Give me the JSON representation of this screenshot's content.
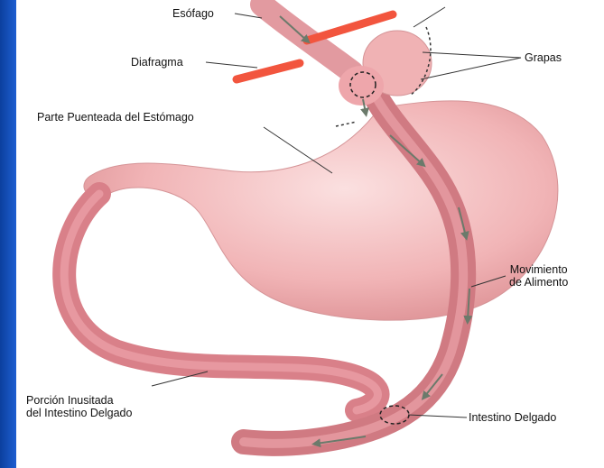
{
  "labels": {
    "esofago": "Esófago",
    "diafragma": "Diafragma",
    "grapas": "Grapas",
    "parte_puenteada": "Parte Puenteada del Estómago",
    "movimiento_1": "Movimiento",
    "movimiento_2": "de Alimento",
    "porcion_1": "Porción Inusitada",
    "porcion_2": "del Intestino Delgado",
    "intestino": "Intestino Delgado"
  },
  "colors": {
    "left_bar": "#1a4fb8",
    "stomach": "#f2b3b5",
    "intestine": "#d97d84",
    "diaphragm": "#f2553e",
    "arrows": "#6b7a6b"
  }
}
